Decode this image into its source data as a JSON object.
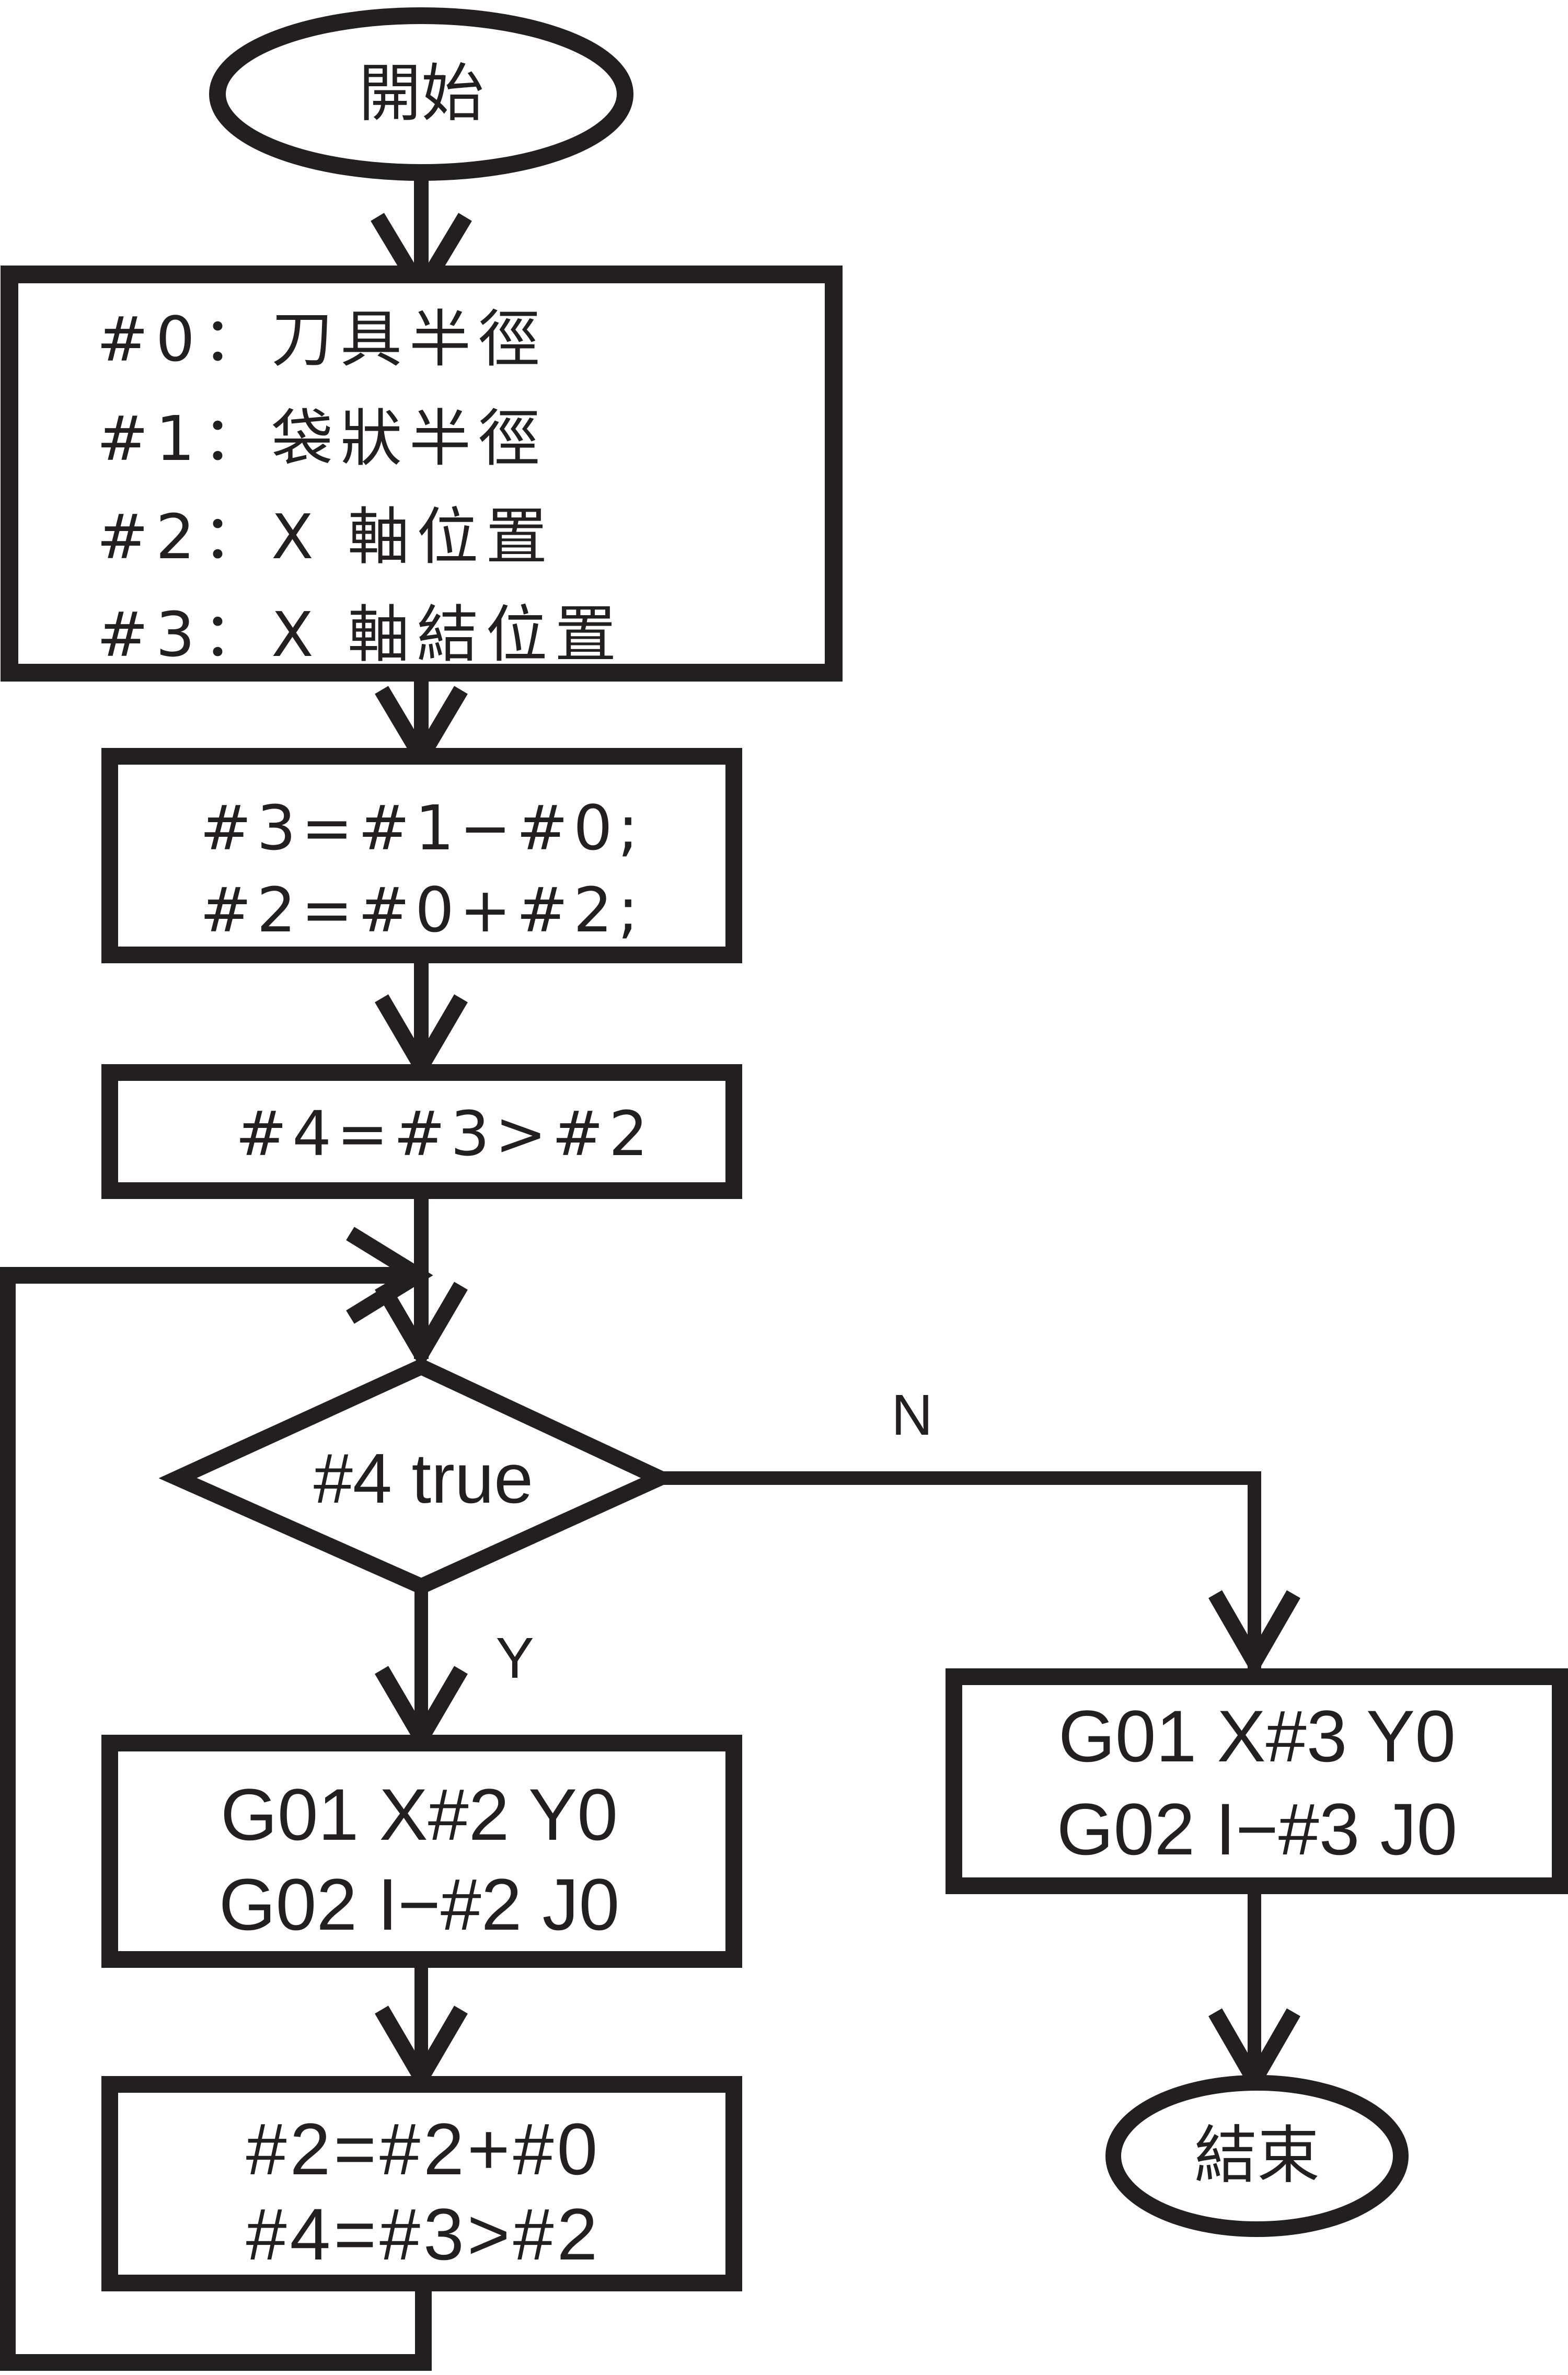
{
  "flowchart": {
    "start": {
      "label": "開始"
    },
    "init_box": {
      "lines": [
        "#0：刀具半徑",
        "#1：袋狀半徑",
        "#2：X 軸位置",
        "#3：X 軸結位置"
      ]
    },
    "calc_box": {
      "lines": [
        "#3=#1−#0;",
        "#2=#0+#2;"
      ]
    },
    "cond_init_box": {
      "lines": [
        "#4=#3>#2"
      ]
    },
    "decision": {
      "label": "#4 true"
    },
    "yes_label": "Y",
    "no_label": "N",
    "yes_move_box": {
      "lines": [
        "G01 X#2 Y0",
        "G02 I−#2 J0"
      ]
    },
    "yes_update_box": {
      "lines": [
        "#2=#2+#0",
        "#4=#3>#2"
      ]
    },
    "no_move_box": {
      "lines": [
        "G01 X#3 Y0",
        "G02 I−#3 J0"
      ]
    },
    "end": {
      "label": "結束"
    },
    "colors": {
      "line": "#231f20",
      "background": "#ffffff"
    }
  }
}
